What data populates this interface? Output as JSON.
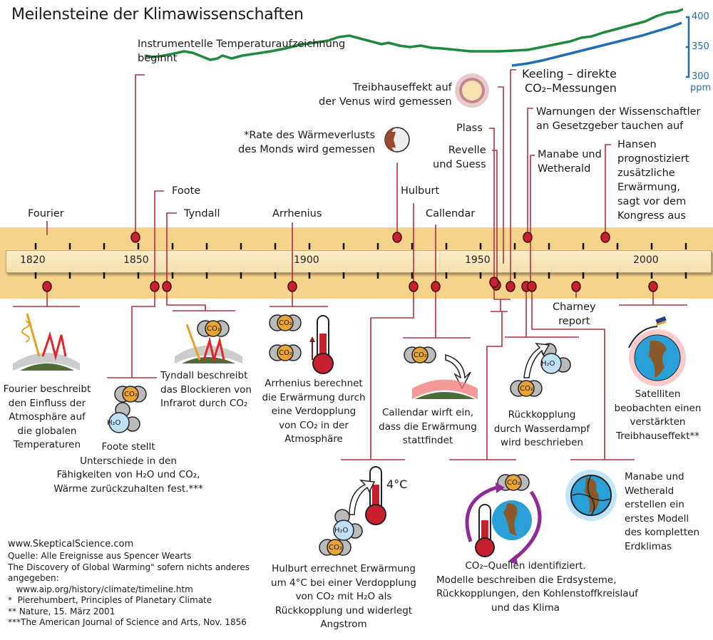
{
  "title": "Meilensteine der Klimawissenschaften",
  "curve_labels": {
    "temperature": [
      "Instrumentelle Temperaturaufzeichnung",
      "beginnt"
    ],
    "ppm_ticks": [
      "400",
      "350",
      "300"
    ],
    "ppm_unit": "ppm"
  },
  "timeline": {
    "years": [
      "1820",
      "1850",
      "1900",
      "1950",
      "2000"
    ],
    "colors": {
      "band": "#f6d38a",
      "bar": "#fbecc8",
      "marker": "#c8202e",
      "line": "#b03040",
      "temp_curve": "#1e8a3c",
      "co2_curve": "#1f6db5"
    }
  },
  "top_labels": {
    "fourier": "Fourier",
    "foote": "Foote",
    "tyndall": "Tyndall",
    "arrhenius": "Arrhenius",
    "moon": [
      "*Rate des Wärmeverlusts",
      "des Monds wird gemessen"
    ],
    "venus": [
      "Treibhauseffekt auf",
      "der Venus wird gemessen"
    ],
    "hulburt": "Hulburt",
    "callendar": "Callendar",
    "plass": "Plass",
    "revelle": [
      "Revelle",
      "und Suess"
    ],
    "keeling": [
      "Keeling – direkte",
      "CO₂–Messungen"
    ],
    "warnings": [
      "Warnungen der Wissenschaftler",
      "an Gesetzgeber tauchen auf"
    ],
    "manabe": [
      "Manabe und",
      "Wetherald"
    ],
    "hansen": [
      "Hansen",
      "prognostiziert",
      "zusätzliche",
      "Erwärmung,",
      "sagt vor dem",
      "Kongress aus"
    ]
  },
  "bottom_labels": {
    "charney": [
      "Charney",
      "report"
    ]
  },
  "descriptions": {
    "fourier": [
      "Fourier beschreibt",
      "den  Einfluss der",
      "Atmosphäre auf",
      "die globalen",
      "Temperaturen"
    ],
    "foote": [
      "Foote stellt",
      "Unterschiede in den",
      "Fähigkeiten von H₂O und CO₂,",
      "Wärme zurückzuhalten fest.***"
    ],
    "tyndall": [
      "Tyndall beschreibt",
      "das Blockieren von",
      "Infrarot durch CO₂"
    ],
    "arrhenius": [
      "Arrhenius berechnet",
      "die Erwärmung durch",
      "eine Verdopplung",
      "von CO₂ in der",
      "Atmosphäre"
    ],
    "callendar": [
      "Callendar wirft ein,",
      "dass die Erwärmung",
      "stattfindet"
    ],
    "water_vapor": [
      "Rückkopplung",
      "durch Wasserdampf",
      "wird beschrieben"
    ],
    "satellites": [
      "Satelliten",
      "beobachten einen",
      "verstärkten",
      "Treibhauseffekt**"
    ],
    "hulburt": [
      "Hulburt errechnet Erwärmung",
      "um 4°C bei einer Verdopplung",
      "von CO₂ mit H₂O als",
      "Rückkopplung  und widerlegt",
      "Angstrom"
    ],
    "models": [
      "CO₂–Quellen identifiziert.",
      "Modelle beschreiben die Erdsysteme,",
      "Rückkopplungen, den Kohlenstoffkreislauf",
      "und das Klima"
    ],
    "manabe_model": [
      "Manabe und",
      "Wetherald",
      "erstellen ein",
      "erstes Modell",
      "des kompletten",
      "Erdklimas"
    ]
  },
  "icon_text": {
    "co2": "CO₂",
    "h2o": "H₂O",
    "four_c": "4°C"
  },
  "sources": [
    "www.SkepticalScience.com",
    "Quelle: Alle Ereignisse aus Spencer Wearts",
    "The Discovery of Global Warming\" sofern nichts anderes",
    "angegeben:",
    "   www.aip.org/history/climate/timeline.htm",
    "*  Pierehumbert, Principles of Planetary Climate",
    "** Nature, 15. März 2001",
    "***The American Journal of Science and Arts, Nov. 1856"
  ]
}
